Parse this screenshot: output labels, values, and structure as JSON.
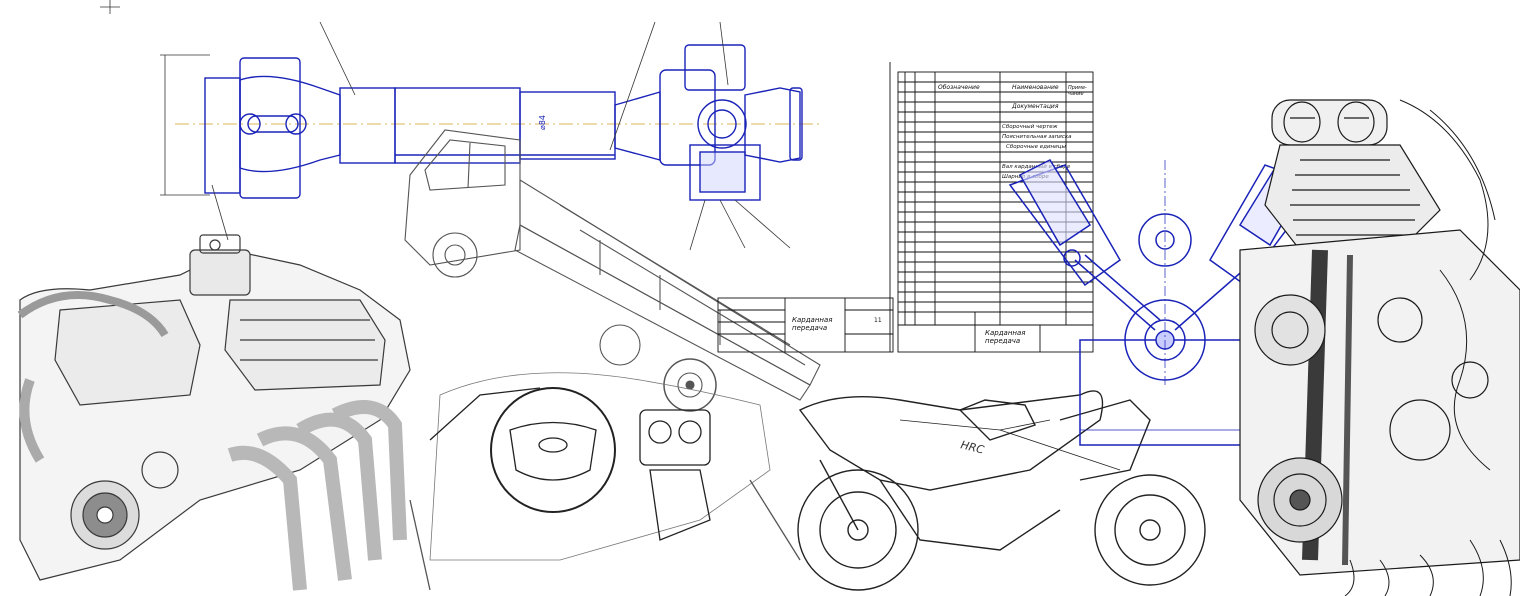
{
  "collage": {
    "drawings": [
      {
        "icon": "cardan-shaft-blueprint-icon",
        "stroke": "#1a23b8"
      },
      {
        "icon": "truck-sketch-icon",
        "stroke": "#444444"
      },
      {
        "icon": "v8-engine-sketch-icon",
        "stroke": "#333333"
      },
      {
        "icon": "car-interior-sketch-icon",
        "stroke": "#222222"
      },
      {
        "icon": "motorcycle-sketch-icon",
        "stroke": "#222222"
      },
      {
        "icon": "engine-cross-section-blueprint-icon",
        "stroke": "#1a23b8"
      },
      {
        "icon": "supercharged-engine-sketch-icon",
        "stroke": "#1a1a1a"
      }
    ],
    "spec_sheet": {
      "header_designation": "Обозначение",
      "header_name": "Наименование",
      "header_note": "Приме-\nчание",
      "rows": [
        "Документация",
        "Сборочный чертеж",
        "Пояснительная записка",
        "Сборочные единицы",
        "Вал карданный в сборе",
        "Шарнир в сборе"
      ],
      "title_block_1": "Карданная\nпередача",
      "title_block_2": "Карданная\nпередача",
      "sheet_number": "11"
    },
    "shaft_dimension": "⌀84",
    "motorcycle_brand": "HRC"
  }
}
